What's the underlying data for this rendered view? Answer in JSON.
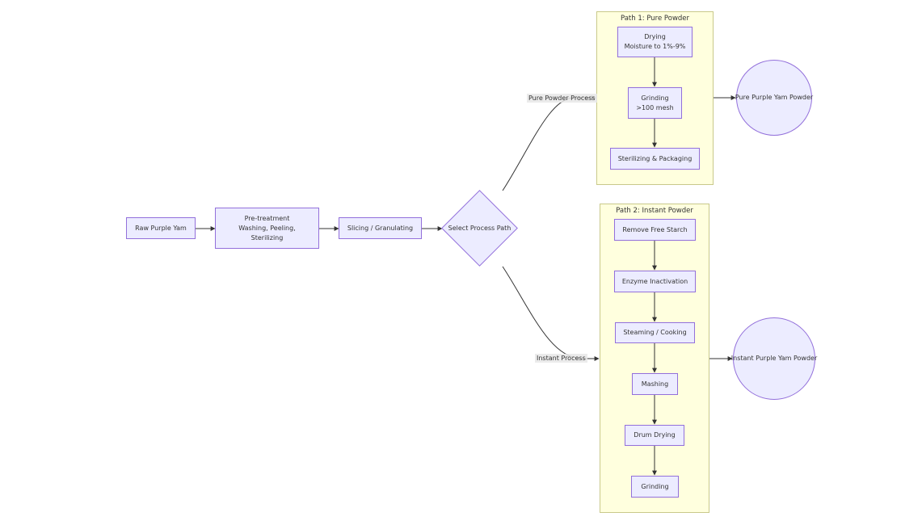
{
  "nodes": {
    "raw": "Raw Purple Yam",
    "pretreat": [
      "Pre-treatment",
      "Washing, Peeling,",
      "Sterilizing"
    ],
    "slicing": "Slicing / Granulating",
    "select": "Select Process Path",
    "drying": [
      "Drying",
      "Moisture to 1%-9%"
    ],
    "grinding1": [
      "Grinding",
      ">100 mesh"
    ],
    "sterilizing": "Sterilizing & Packaging",
    "removeStarch": "Remove Free Starch",
    "enzyme": "Enzyme Inactivation",
    "steaming": "Steaming / Cooking",
    "mashing": "Mashing",
    "drumDrying": "Drum Drying",
    "grinding2": "Grinding",
    "purePowder": "Pure Purple Yam Powder",
    "instantPowder": "Instant Purple Yam Powder"
  },
  "clusters": {
    "path1": "Path 1: Pure Powder",
    "path2": "Path 2: Instant Powder"
  },
  "edge_labels": {
    "pure": "Pure Powder Process",
    "instant": "Instant Process"
  },
  "colors": {
    "node_fill": "#ececff",
    "node_border": "#9370db",
    "cluster_fill": "#ffffde",
    "cluster_border": "#c9c98a",
    "edge": "#333333"
  }
}
